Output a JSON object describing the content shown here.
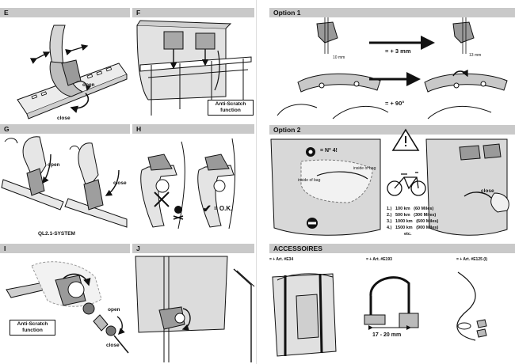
{
  "sections": {
    "E": {
      "title": "E",
      "open": "open",
      "close": "close"
    },
    "F": {
      "title": "F",
      "box": "Anti-Scratch function"
    },
    "G": {
      "title": "G",
      "open": "open",
      "close": "close",
      "caption": "QL2.1-SYSTEM"
    },
    "H": {
      "title": "H",
      "ok": "= O.K."
    },
    "I": {
      "title": "I",
      "box": "Anti-Scratch function",
      "open": "open",
      "close": "close"
    },
    "J": {
      "title": "J"
    },
    "option1": {
      "title": "Option 1",
      "dim_a": "10 mm",
      "dim_b": "13 mm",
      "step1": "= + 3 mm",
      "step2": "= + 90°"
    },
    "option2": {
      "title": "Option 2",
      "number": "= Nº 4!",
      "inside_a": "inside of bag",
      "inside_b": "inside of bag",
      "close": "close",
      "intervals": [
        {
          "n": "1.)",
          "km": "100 km",
          "miles": "(60 Miles)"
        },
        {
          "n": "2.)",
          "km": "500 km",
          "miles": "(300 Miles)"
        },
        {
          "n": "3.)",
          "km": "1000 km",
          "miles": "(600 Miles)"
        },
        {
          "n": "4.)",
          "km": "1500 km",
          "miles": "(900 Miles)"
        }
      ],
      "etc": "etc."
    },
    "accessories": {
      "title": "ACCESSOIRES",
      "art1": "= + Art. #E34",
      "art2": "= + Art. #E193",
      "art3": "= + Art. #E125 (I)",
      "dim": "17 - 20 mm"
    }
  },
  "colors": {
    "header_bg": "#c9c9c9",
    "line": "#111111",
    "panel": "#e6e6e6"
  }
}
